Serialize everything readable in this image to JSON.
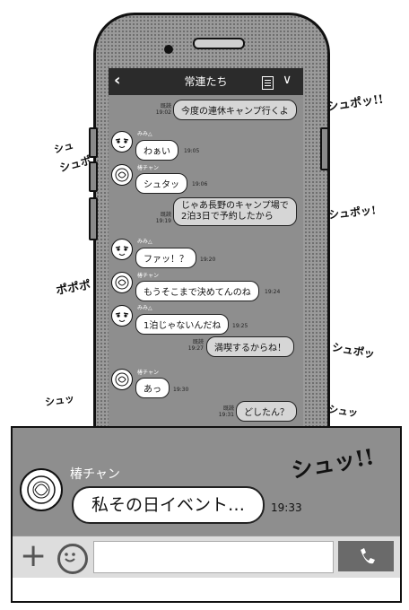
{
  "app": {
    "title": "常連たち",
    "back_icon": "chevron-left-icon",
    "menu_icon": "memo-icon",
    "collapse_icon": "chevron-down-icon"
  },
  "messages": [
    {
      "dir": "out",
      "read": "既読",
      "time": "19:02",
      "text": "今度の連休キャンプ行くよ"
    },
    {
      "dir": "in",
      "sender": "みみ△",
      "time": "19:05",
      "text": "わぁい"
    },
    {
      "dir": "in",
      "sender": "椿チャン",
      "time": "19:06",
      "text": "シュタッ"
    },
    {
      "dir": "out",
      "read": "既読",
      "time": "19:19",
      "line1": "じゃあ長野のキャンプ場で",
      "line2": "2泊3日で予約したから"
    },
    {
      "dir": "in",
      "sender": "みみ△",
      "time": "19:20",
      "text": "ファッ！？"
    },
    {
      "dir": "in",
      "sender": "椿チャン",
      "time": "19:24",
      "text": "もうそこまで決めてんのね"
    },
    {
      "dir": "in",
      "sender": "みみ△",
      "time": "19:25",
      "text": "1泊じゃないんだね"
    },
    {
      "dir": "out",
      "read": "既読",
      "time": "19:27",
      "text": "満喫するからね！"
    },
    {
      "dir": "in",
      "sender": "椿チャン",
      "time": "19:30",
      "text": "あっ"
    },
    {
      "dir": "out",
      "read": "既読",
      "time": "19:31",
      "text": "どしたん？"
    }
  ],
  "zoom": {
    "sender": "椿チャン",
    "text": "私その日イベント…",
    "time": "19:33"
  },
  "sfx": {
    "s1": "シュポッ!!",
    "s2": "シュ",
    "s3": "シュポ",
    "s4": "シュポッ!",
    "s5": "ポポポ",
    "s6": "シュポッ",
    "s7": "シュッ",
    "s8": "シュッ",
    "s9": "シュッ!!"
  },
  "input": {
    "placeholder": "",
    "plus_icon": "plus-icon",
    "emoji_icon": "smile-icon",
    "call_icon": "phone-icon"
  }
}
